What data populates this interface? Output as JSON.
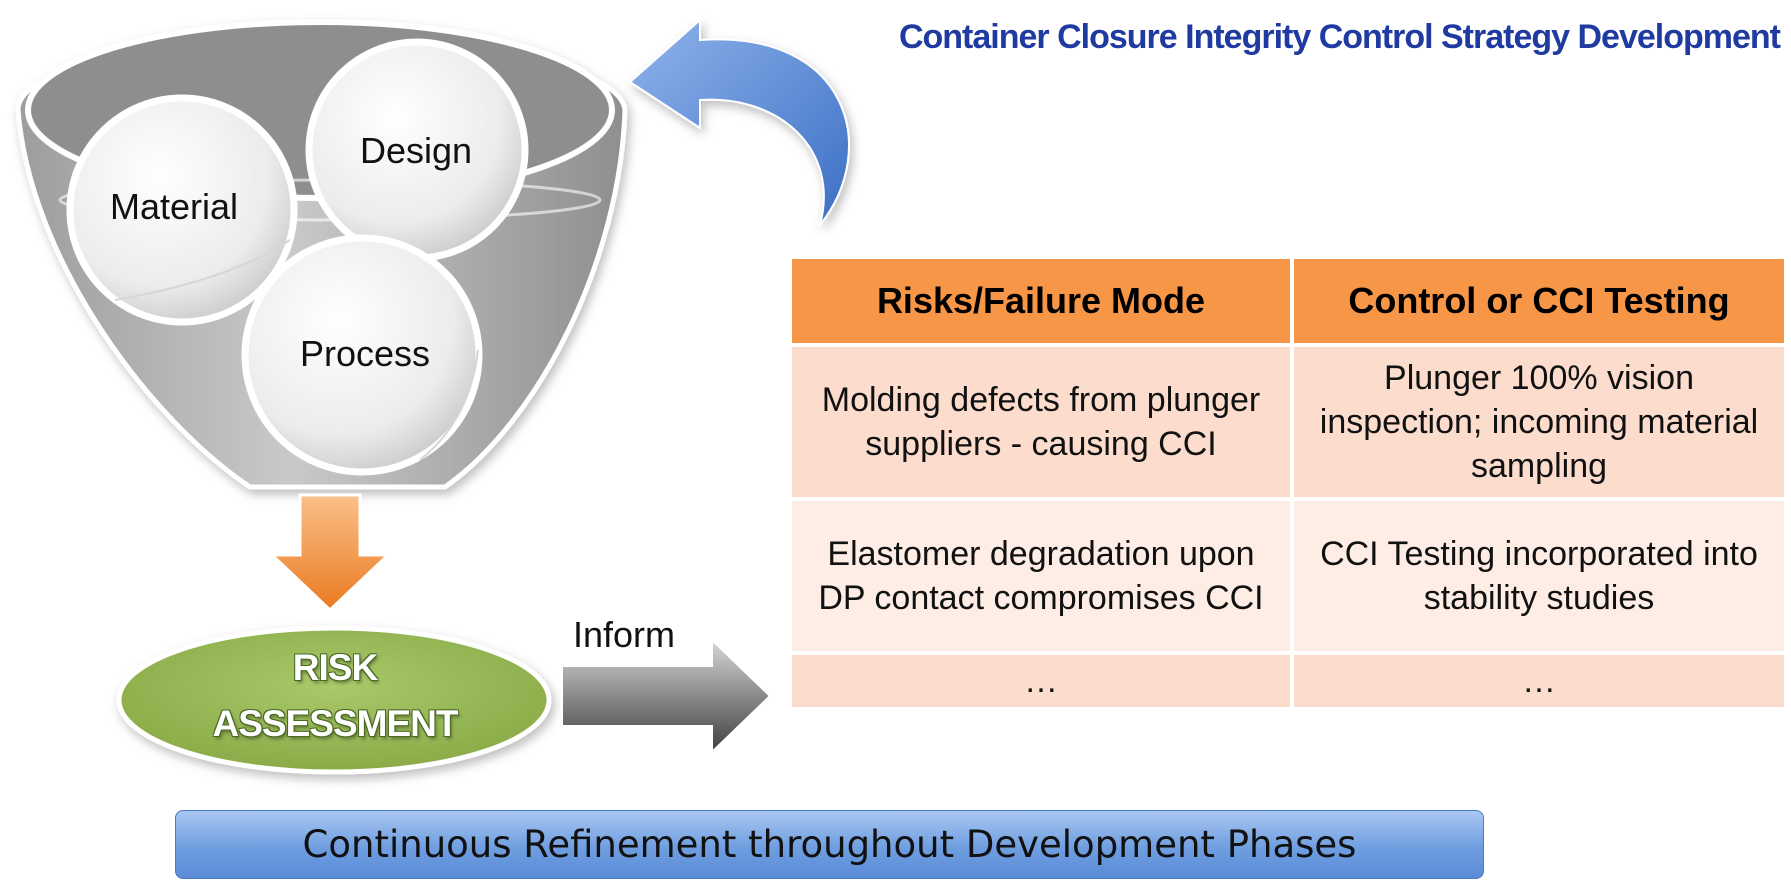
{
  "title": "Container Closure Integrity Control Strategy Development",
  "funnel": {
    "circles": [
      {
        "label": "Material"
      },
      {
        "label": "Design"
      },
      {
        "label": "Process"
      }
    ]
  },
  "risk_assessment": {
    "line1": "RISK",
    "line2": "ASSESSMENT"
  },
  "inform_label": "Inform",
  "table": {
    "headers": [
      "Risks/Failure Mode",
      "Control or CCI Testing"
    ],
    "rows": [
      {
        "risk": "Molding defects from plunger suppliers - causing CCI",
        "control": "Plunger 100% vision inspection; incoming material sampling"
      },
      {
        "risk": "Elastomer degradation upon DP contact compromises CCI",
        "control": "CCI Testing incorporated into stability studies"
      },
      {
        "risk": "…",
        "control": "…"
      }
    ]
  },
  "footer_bar": "Continuous Refinement throughout Development Phases",
  "colors": {
    "title": "#1f3aa0",
    "table_header": "#f79646",
    "table_row_dark": "#fbdccd",
    "table_row_light": "#fdede5",
    "risk_ellipse": "#9bbb59",
    "down_arrow": "#f79646",
    "bar": "#6f9ee0"
  }
}
